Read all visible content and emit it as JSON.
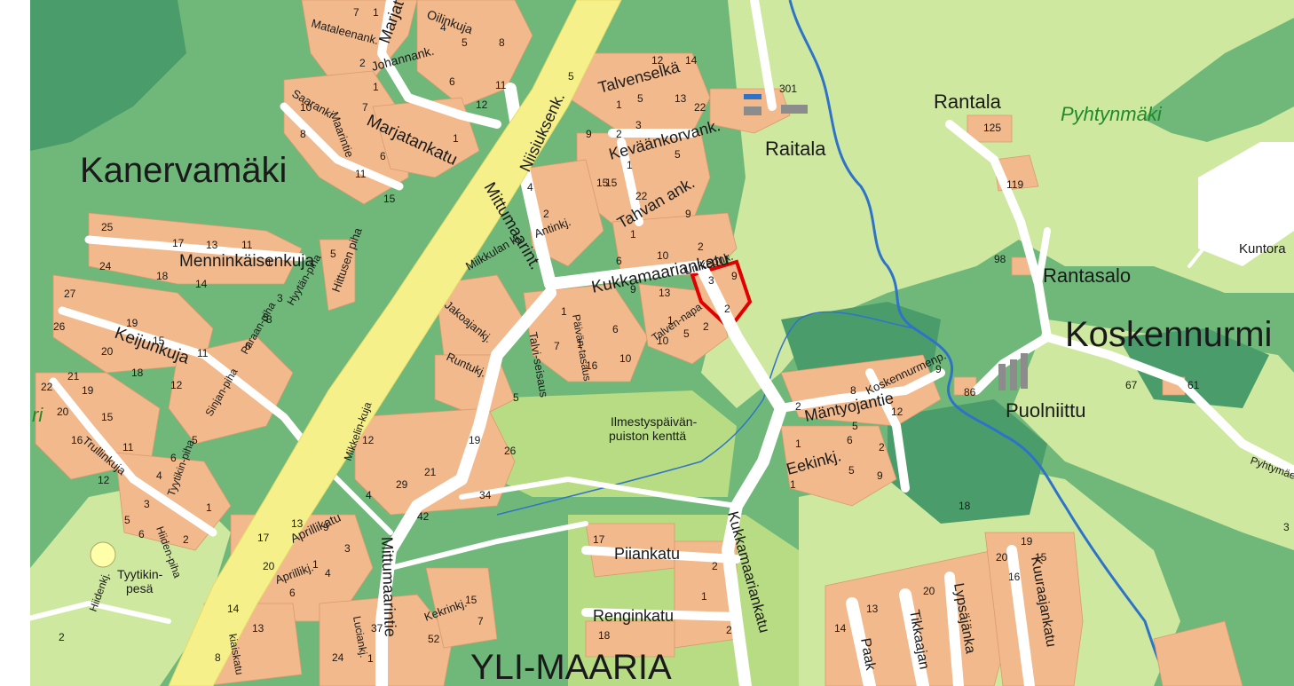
{
  "colors": {
    "forest": "#6fb87a",
    "dark_forest": "#4a9d6a",
    "light_field": "#cfe8a0",
    "lawn": "#b7dc84",
    "block": "#f2b98c",
    "road": "#ffffff",
    "highway": "#f6f08a",
    "river": "#2f73c9",
    "outline": "#e00000"
  },
  "districts": [
    {
      "id": "kanervamaki",
      "text": "Kanervamäki"
    },
    {
      "id": "koskennurmi",
      "text": "Koskennurmi"
    },
    {
      "id": "yli-maaria",
      "text": "YLI-MAARIA"
    }
  ],
  "places": [
    {
      "id": "raitala",
      "text": "Raitala"
    },
    {
      "id": "rantala",
      "text": "Rantala"
    },
    {
      "id": "rantasalo",
      "text": "Rantasalo"
    },
    {
      "id": "puolniittu",
      "text": "Puolniittu"
    },
    {
      "id": "kuntora",
      "text": "Kuntora"
    },
    {
      "id": "tyytikinpesa",
      "text": "Tyytikin-"
    },
    {
      "id": "tyytikinpesa2",
      "text": "pesä"
    },
    {
      "id": "kentta1",
      "text": "Ilmestyspäivän-"
    },
    {
      "id": "kentta2",
      "text": "puiston kenttä"
    }
  ],
  "hills": [
    {
      "id": "pyhtynmaki",
      "text": "Pyhtynmäki"
    },
    {
      "id": "left-edge",
      "text": "ri"
    }
  ],
  "streets": [
    {
      "id": "mataleenank",
      "text": "Mataleenank."
    },
    {
      "id": "marjat",
      "text": "Marjat"
    },
    {
      "id": "oilinkuja",
      "text": "Oilinkuja"
    },
    {
      "id": "johannank",
      "text": "Johannank."
    },
    {
      "id": "marjatankatu",
      "text": "Marjatankatu"
    },
    {
      "id": "saaranki",
      "text": "Saaranki"
    },
    {
      "id": "maarintie",
      "text": "Maarintie"
    },
    {
      "id": "talvenselka",
      "text": "Talvenselkä"
    },
    {
      "id": "niisiuksenk",
      "text": "Niisiuksenk."
    },
    {
      "id": "kevaankorvank",
      "text": "Keväänkorvank."
    },
    {
      "id": "mittumaarint",
      "text": "Mittumaarint."
    },
    {
      "id": "tahvanank",
      "text": "Tahvan ank."
    },
    {
      "id": "antinkj",
      "text": "Antinkj."
    },
    {
      "id": "miikkulank",
      "text": "Miikkulan kj."
    },
    {
      "id": "menninkaisenkuja",
      "text": "Menninkäisenkuja"
    },
    {
      "id": "hittusenpiha",
      "text": "Hittusen piha"
    },
    {
      "id": "kukkamaariankatu1",
      "text": "Kukkamaariankatu"
    },
    {
      "id": "unikeonk",
      "text": "Unikeonk."
    },
    {
      "id": "jakoajankj",
      "text": "Jakoajankj."
    },
    {
      "id": "paivantasaus",
      "text": "Päivän-tasaus"
    },
    {
      "id": "talvenapa",
      "text": "Talven-napa"
    },
    {
      "id": "hyytanpiha",
      "text": "Hyytän-piha"
    },
    {
      "id": "keijunkuja",
      "text": "Keijunkuja"
    },
    {
      "id": "runtukj",
      "text": "Runtukj."
    },
    {
      "id": "talviseisaus",
      "text": "Talvi-seisaus"
    },
    {
      "id": "paraanpiha",
      "text": "Paraan-piha"
    },
    {
      "id": "sinjanpiha",
      "text": "Sinjan-piha"
    },
    {
      "id": "koskennurmenp",
      "text": "Koskennurmenp."
    },
    {
      "id": "mantyojantie",
      "text": "Mäntyojantie"
    },
    {
      "id": "eekinkj",
      "text": "Eekinkj."
    },
    {
      "id": "trullinkuja",
      "text": "Trullinkuja"
    },
    {
      "id": "tyytikinpiha",
      "text": "Tyytikin-piha"
    },
    {
      "id": "mikkelinkuja",
      "text": "Mikkelin-kuja"
    },
    {
      "id": "hiidenpiha",
      "text": "Hiiden-piha"
    },
    {
      "id": "aprillikatu",
      "text": "Aprillikatu"
    },
    {
      "id": "aprillikj",
      "text": "Aprillikj."
    },
    {
      "id": "piiankatu",
      "text": "Piiankatu"
    },
    {
      "id": "renginkatu",
      "text": "Renginkatu"
    },
    {
      "id": "kukkamaariankatu2",
      "text": "Kukkamaariankatu"
    },
    {
      "id": "mittumaarintie",
      "text": "Mittumaarintie"
    },
    {
      "id": "kekrinkj",
      "text": "Kekrinkj."
    },
    {
      "id": "luciankj",
      "text": "Luciankj."
    },
    {
      "id": "hiidenkj",
      "text": "Hiidenkj."
    },
    {
      "id": "kuuraajankatu",
      "text": "Kuuraajankatu"
    },
    {
      "id": "lypsajankatu",
      "text": "Lypsäjänka"
    },
    {
      "id": "tikkaajankatu",
      "text": "Tikkaajan"
    },
    {
      "id": "paakatu",
      "text": "Paak"
    },
    {
      "id": "pyhtymaentie",
      "text": "Pyhtymäe"
    },
    {
      "id": "kiaiskatu",
      "text": "kiaiskatu"
    }
  ],
  "numbers": [
    "7",
    "1",
    "4",
    "8",
    "2",
    "5",
    "1",
    "6",
    "11",
    "12",
    "1",
    "10",
    "7",
    "8",
    "6",
    "11",
    "15",
    "9",
    "5",
    "12",
    "14",
    "1",
    "5",
    "13",
    "22",
    "2",
    "3",
    "5",
    "15",
    "1",
    "22",
    "9",
    "6",
    "9",
    "15",
    "4",
    "2",
    "1",
    "10",
    "2",
    "25",
    "17",
    "13",
    "11",
    "24",
    "18",
    "14",
    "5",
    "3",
    "27",
    "19",
    "15",
    "11",
    "26",
    "20",
    "18",
    "12",
    "6",
    "3",
    "5",
    "1",
    "13",
    "9",
    "2",
    "3",
    "1",
    "5",
    "1",
    "6",
    "1",
    "7",
    "16",
    "10",
    "10",
    "2",
    "5",
    "21",
    "19",
    "22",
    "20",
    "15",
    "11",
    "16",
    "12",
    "4",
    "6",
    "5",
    "3",
    "5",
    "6",
    "2",
    "1",
    "12",
    "29",
    "4",
    "21",
    "19",
    "26",
    "34",
    "42",
    "17",
    "13",
    "9",
    "20",
    "3",
    "6",
    "4",
    "1",
    "15",
    "7",
    "37",
    "52",
    "1",
    "14",
    "13",
    "8",
    "24",
    "2",
    "17",
    "2",
    "1",
    "18",
    "2",
    "2",
    "8",
    "9",
    "2",
    "12",
    "1",
    "5",
    "6",
    "5",
    "9",
    "1",
    "18",
    "301",
    "125",
    "119",
    "98",
    "86",
    "67",
    "61",
    "3",
    "20",
    "19",
    "15",
    "16",
    "14",
    "13",
    "20"
  ]
}
